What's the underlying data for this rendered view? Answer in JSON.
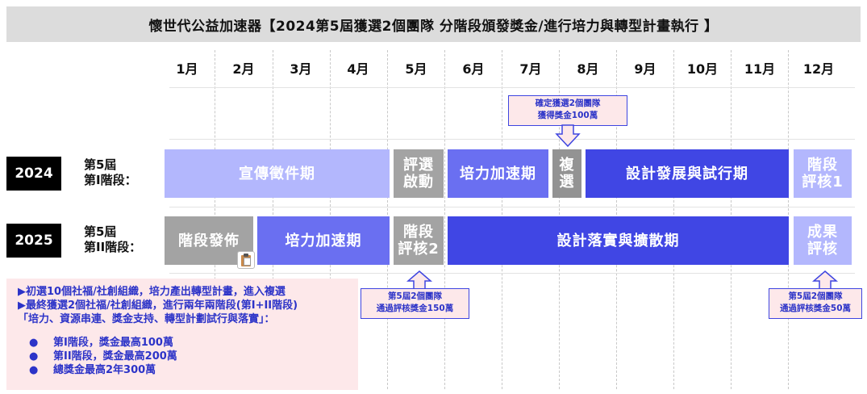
{
  "title": "懷世代公益加速器【2024第5屆獲選2個團隊 分階段頒發獎金/進行培力與轉型計畫執行 】",
  "months": [
    "1月",
    "2月",
    "3月",
    "4月",
    "5月",
    "6月",
    "7月",
    "8月",
    "9月",
    "10月",
    "11月",
    "12月"
  ],
  "row2024": {
    "year": "2024",
    "stage_line1": "第5屆",
    "stage_line2": "第I階段：",
    "phases": [
      {
        "label": "宣傳徵件期",
        "color": "#b3b7fd"
      },
      {
        "label": "評選\n啟動",
        "color": "#a3a3a3"
      },
      {
        "label": "培力加速期",
        "color": "#6a6ff1"
      },
      {
        "label": "複\n選",
        "color": "#939393"
      },
      {
        "label": "設計發展與試行期",
        "color": "#4046e4"
      },
      {
        "label": "階段\n評核1",
        "color": "#b3b7fd"
      }
    ]
  },
  "row2025": {
    "year": "2025",
    "stage_line1": "第5屆",
    "stage_line2": "第II階段：",
    "phases": [
      {
        "label": "階段發佈",
        "color": "#a3a3a3"
      },
      {
        "label": "培力加速期",
        "color": "#6a6ff1"
      },
      {
        "label": "階段\n評核2",
        "color": "#a3a3a3"
      },
      {
        "label": "設計落實與擴散期",
        "color": "#4046e4"
      },
      {
        "label": "成果\n評核",
        "color": "#b3b7fd"
      }
    ]
  },
  "callouts": {
    "top": {
      "line1": "確定獲選2個團隊",
      "line2": "獲得獎金100萬"
    },
    "mid": {
      "line1": "第5屆2個團隊",
      "line2": "通過評核獎金150萬"
    },
    "right": {
      "line1": "第5屆2個團隊",
      "line2": "通過評核獎金50萬"
    }
  },
  "notes": {
    "line1": "▶初選10個社福/社創組織，培力產出轉型計畫，進入複選",
    "line2": "▶最終獲選2個社福/社創組織，進行兩年兩階段(第I+II階段)",
    "line3": "「培力、資源串連、獎金支持、轉型計劃試行與落實」：",
    "bullets": [
      "第I階段，獎金最高100萬",
      "第II階段，獎金最高200萬",
      "總獎金最高2年300萬"
    ],
    "bullet_symbol": "●"
  },
  "icons": {
    "clipboard": "clipboard-icon",
    "arrow": "down-arrow-outline-icon"
  }
}
